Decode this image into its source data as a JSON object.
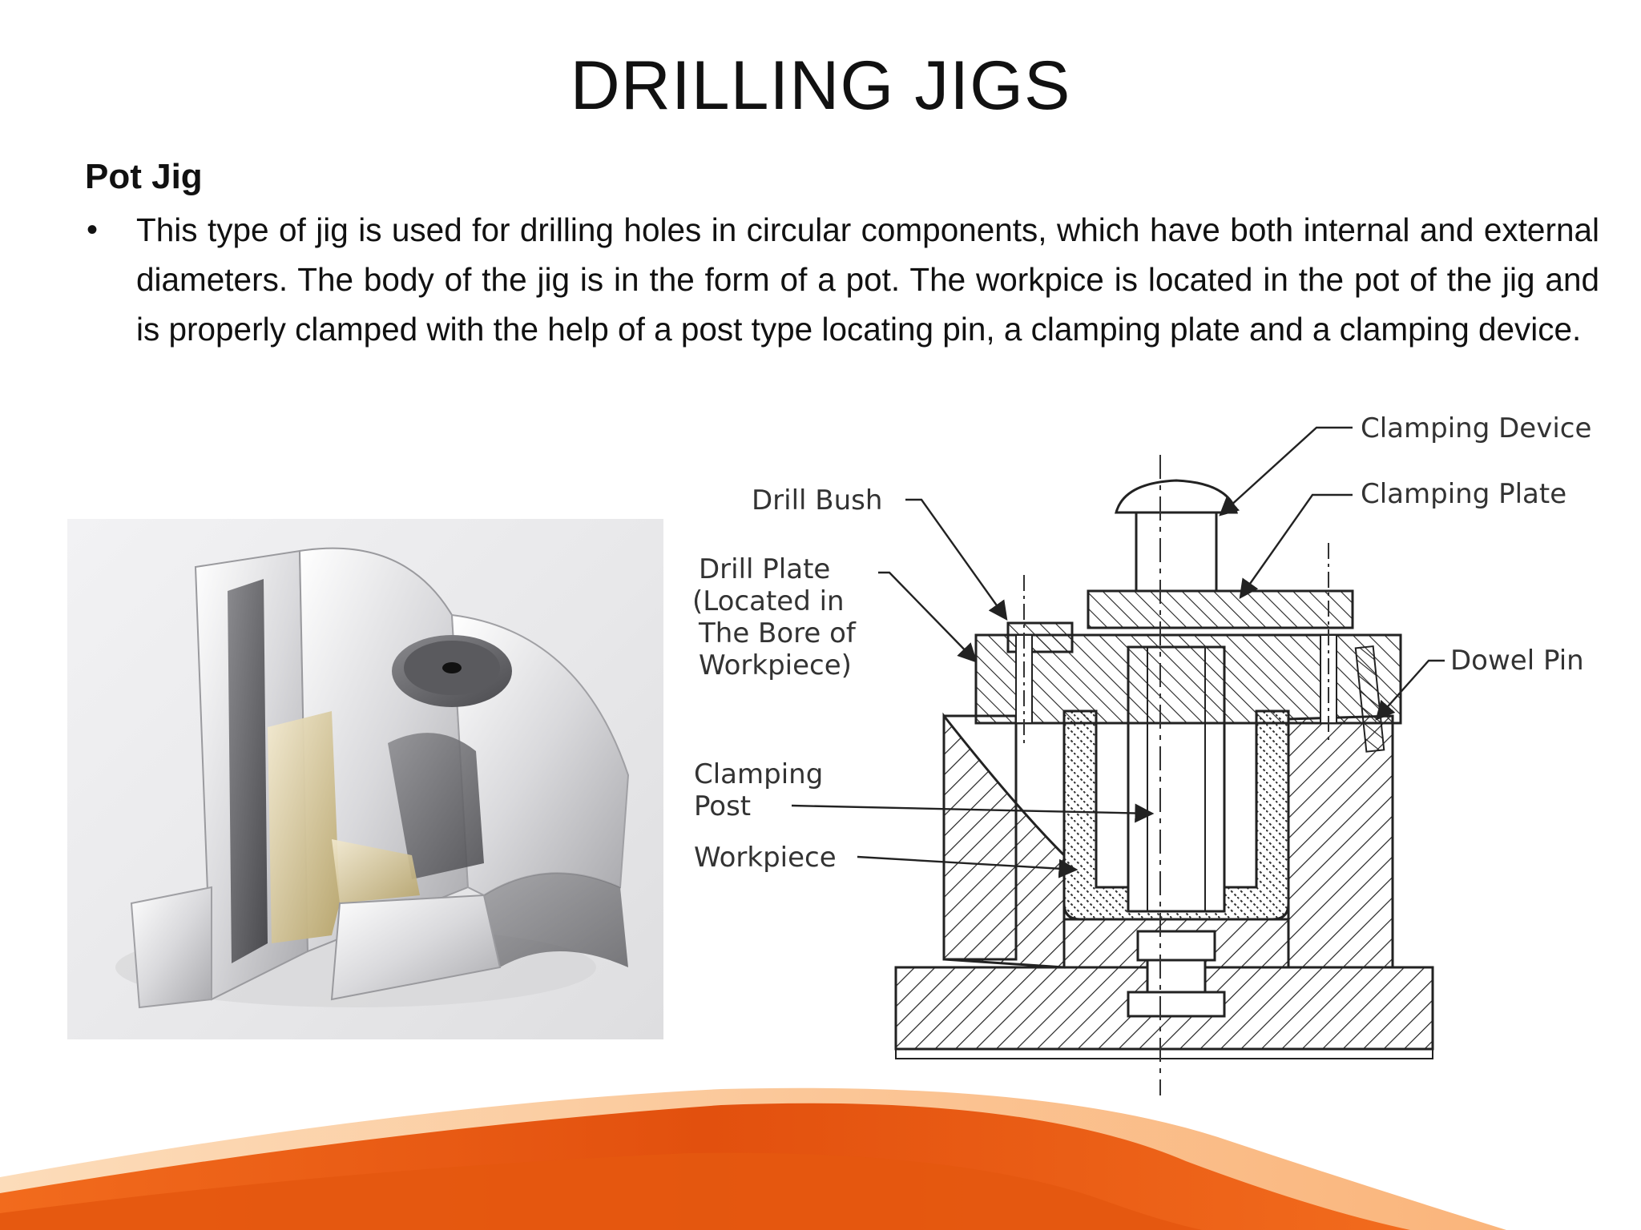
{
  "slide": {
    "title": "DRILLING JIGS",
    "subheading": "Pot Jig",
    "bullet_symbol": "•",
    "bullet_text": "This type of jig is used for drilling holes in circular components, which have both internal and external diameters. The body of the jig is in the form of a pot. The workpice is located in the pot of the jig and is properly clamped with the help of a post type locating pin, a clamping plate and a clamping device."
  },
  "diagram": {
    "labels": {
      "clamping_device": "Clamping Device",
      "clamping_plate": "Clamping Plate",
      "drill_bush": "Drill Bush",
      "drill_plate_1": "Drill Plate",
      "drill_plate_2": "(Located in",
      "drill_plate_3": "The Bore of",
      "drill_plate_4": "Workpiece)",
      "dowel_pin": "Dowel Pin",
      "clamping_post_1": "Clamping",
      "clamping_post_2": "Post",
      "workpiece": "Workpiece"
    }
  },
  "colors": {
    "accent_orange": "#f26b1d",
    "accent_deep": "#e2500e",
    "accent_light": "#f9a25a"
  }
}
